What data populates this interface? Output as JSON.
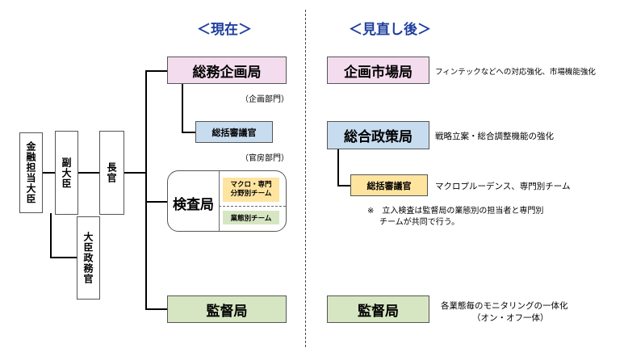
{
  "headers": {
    "current": "＜現在＞",
    "revised": "＜見直し後＞"
  },
  "left_chain": {
    "minister": "金融担当大臣",
    "vice_minister": "副大臣",
    "commissioner": "長官",
    "parliamentary_secretary": "大臣政務官"
  },
  "current": {
    "planning_bureau": "総務企画局",
    "planning_section": "（企画部門）",
    "coordinator": "総括審議官",
    "secretariat_section": "（官房部門）",
    "inspection_bureau": "検査局",
    "macro_team": "マクロ・専門\n分野別チーム",
    "sector_team": "業態別チーム",
    "supervisory_bureau": "監督局"
  },
  "revised": {
    "market_bureau": "企画市場局",
    "market_desc": "フィンテックなどへの対応強化、市場機能強化",
    "policy_bureau": "総合政策局",
    "policy_desc": "戦略立案・総合調整機能の強化",
    "coordinator": "総括審議官",
    "coordinator_desc": "マクロプルーデンス、専門別チーム",
    "note_line1": "※　立入検査は監督局の業態別の担当者と専門別",
    "note_line2": "チームが共同で行う。",
    "supervisory_bureau": "監督局",
    "supervisory_desc_line1": "各業態毎のモニタリングの一体化",
    "supervisory_desc_line2": "（オン・オフ一体）"
  },
  "colors": {
    "pink": "#f3dcee",
    "blue": "#c8dcf0",
    "yellow": "#ffe4a0",
    "green": "#d6e6c2",
    "header": "#1f3f9e"
  }
}
